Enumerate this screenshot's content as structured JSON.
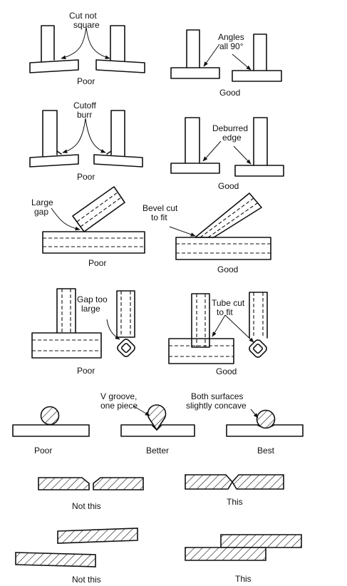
{
  "panel1": {
    "poor": {
      "note_line1": "Cut not",
      "note_line2": "square",
      "caption": "Poor"
    },
    "good": {
      "note_line1": "Angles",
      "note_line2": "all 90°",
      "caption": "Good"
    }
  },
  "panel2": {
    "poor": {
      "note_line1": "Cutoff",
      "note_line2": "burr",
      "caption": "Poor"
    },
    "good": {
      "note_line1": "Deburred",
      "note_line2": "edge",
      "caption": "Good"
    }
  },
  "panel3": {
    "poor": {
      "note_line1": "Large",
      "note_line2": "gap",
      "caption": "Poor"
    },
    "good": {
      "note_line1": "Bevel cut",
      "note_line2": "to fit",
      "caption": "Good"
    }
  },
  "panel4": {
    "poor": {
      "note_line1": "Gap too",
      "note_line2": "large",
      "caption": "Poor"
    },
    "good": {
      "note_line1": "Tube cut",
      "note_line2": "to fit",
      "caption": "Good"
    }
  },
  "panel5": {
    "poor": {
      "caption": "Poor"
    },
    "better": {
      "note_line1": "V groove,",
      "note_line2": "one piece",
      "caption": "Better"
    },
    "best": {
      "note_line1": "Both surfaces",
      "note_line2": "slightly concave",
      "caption": "Best"
    }
  },
  "panel6": {
    "left": {
      "caption": "Not this"
    },
    "right": {
      "caption": "This"
    }
  },
  "panel7": {
    "left": {
      "caption": "Not this"
    },
    "right": {
      "caption": "This"
    }
  }
}
